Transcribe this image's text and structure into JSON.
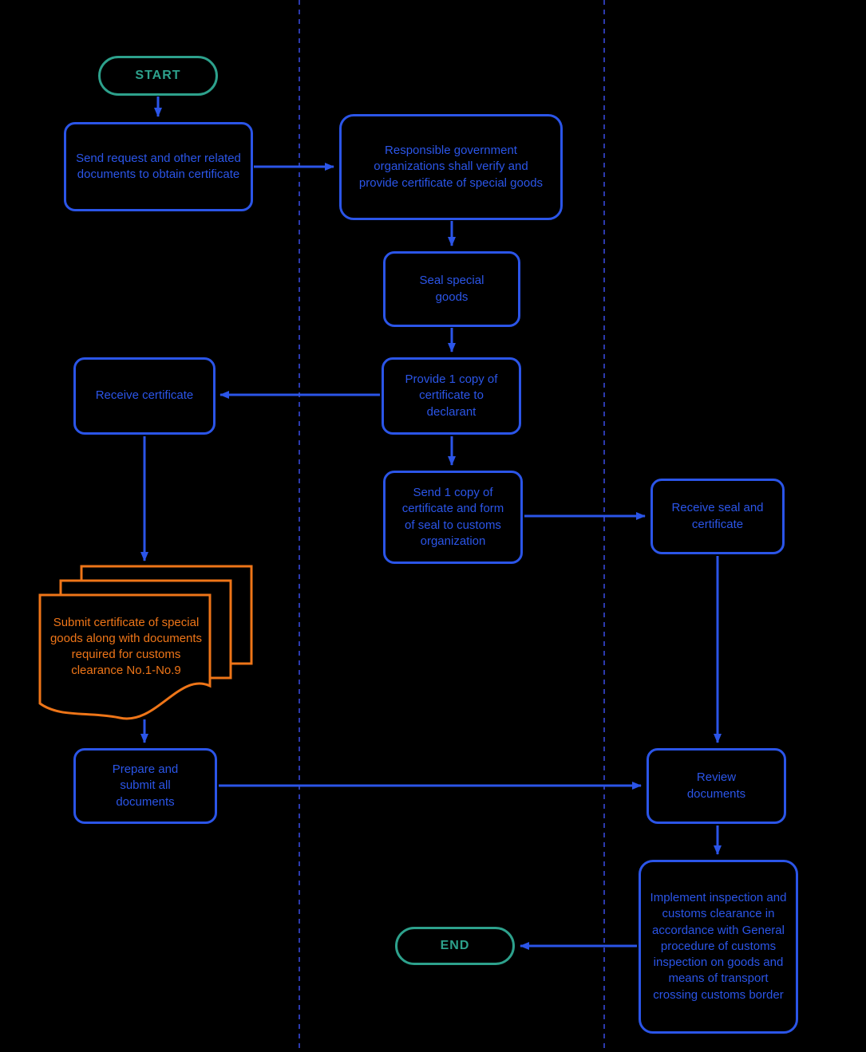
{
  "diagram": {
    "type": "flowchart",
    "colors": {
      "process_blue": "#2b55e8",
      "document_orange": "#ee7518",
      "terminal_teal": "#2da18c",
      "lane_divider_blue": "#2c3aae",
      "background": "#000000"
    },
    "nodes": {
      "start": {
        "label": "START",
        "shape": "terminator"
      },
      "send_request": {
        "label": "Send request and other related documents to obtain certificate",
        "shape": "process"
      },
      "verify_provide": {
        "label": "Responsible government organizations shall verify and provide certificate of special goods",
        "shape": "process"
      },
      "seal_goods": {
        "label": "Seal special goods",
        "shape": "process"
      },
      "provide_copy": {
        "label": "Provide 1 copy of certificate to declarant",
        "shape": "process"
      },
      "receive_certificate": {
        "label": "Receive certificate",
        "shape": "process"
      },
      "send_copy_customs": {
        "label": "Send 1 copy of certificate and form of seal to customs organization",
        "shape": "process"
      },
      "receive_seal": {
        "label": "Receive seal and certificate",
        "shape": "process"
      },
      "submit_certificate_docs": {
        "label": "Submit certificate of special goods along with documents required for customs clearance No.1-No.9",
        "shape": "multi-document"
      },
      "prepare_submit": {
        "label": "Prepare and submit all documents",
        "shape": "process"
      },
      "review_documents": {
        "label": "Review documents",
        "shape": "process"
      },
      "implement_inspection": {
        "label": "Implement inspection and customs clearance in accordance with General procedure of customs inspection on goods and means of transport crossing customs border",
        "shape": "process"
      },
      "end": {
        "label": "END",
        "shape": "terminator"
      }
    },
    "edges": [
      {
        "from": "start",
        "to": "send_request"
      },
      {
        "from": "send_request",
        "to": "verify_provide"
      },
      {
        "from": "verify_provide",
        "to": "seal_goods"
      },
      {
        "from": "seal_goods",
        "to": "provide_copy"
      },
      {
        "from": "provide_copy",
        "to": "receive_certificate"
      },
      {
        "from": "provide_copy",
        "to": "send_copy_customs"
      },
      {
        "from": "send_copy_customs",
        "to": "receive_seal"
      },
      {
        "from": "receive_certificate",
        "to": "submit_certificate_docs"
      },
      {
        "from": "submit_certificate_docs",
        "to": "prepare_submit"
      },
      {
        "from": "prepare_submit",
        "to": "review_documents"
      },
      {
        "from": "receive_seal",
        "to": "review_documents"
      },
      {
        "from": "review_documents",
        "to": "implement_inspection"
      },
      {
        "from": "implement_inspection",
        "to": "end"
      }
    ]
  }
}
